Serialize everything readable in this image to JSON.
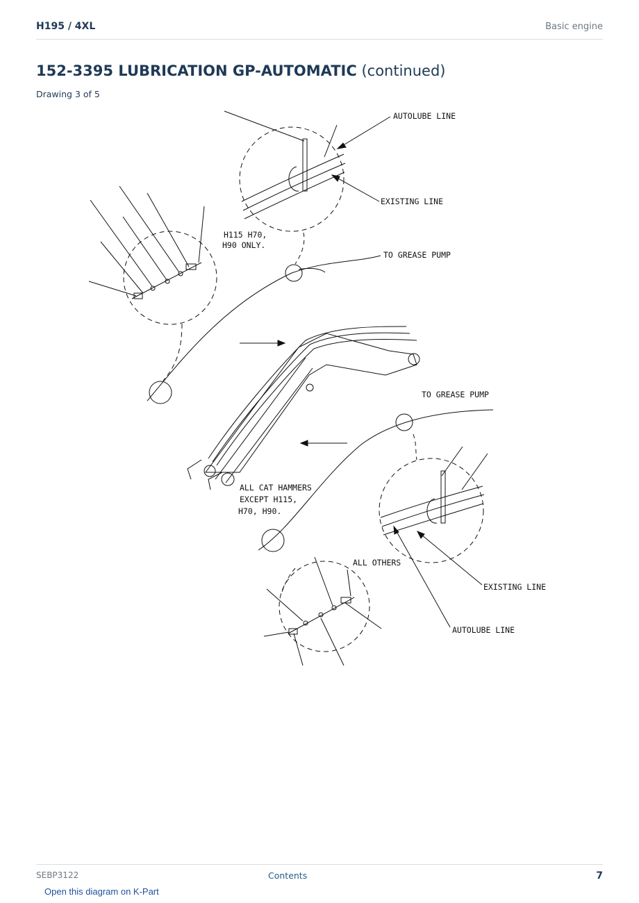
{
  "header": {
    "model": "H195  /  4XL",
    "section": "Basic engine"
  },
  "title": {
    "part_number_name": "152-3395 LUBRICATION GP-AUTOMATIC",
    "suffix": "(continued)"
  },
  "subtitle": "Drawing 3 of 5",
  "drawing": {
    "labels": {
      "autolube_top": "AUTOLUBE LINE",
      "existing_top": "EXISTING LINE",
      "h115_line1": "H115 H70,",
      "h115_line2": "H90 ONLY.",
      "grease_top": "TO GREASE PUMP",
      "grease_bottom": "TO GREASE PUMP",
      "hammers_line1": "ALL CAT HAMMERS",
      "hammers_line2": "EXCEPT H115,",
      "hammers_line3": "H70, H90.",
      "all_others": "ALL OTHERS",
      "existing_bottom": "EXISTING LINE",
      "autolube_bottom": "AUTOLUBE LINE"
    }
  },
  "footer": {
    "doc_number": "SEBP3122",
    "contents_link": "Contents",
    "page_number": "7"
  },
  "kpart_link": "Open this diagram on K-Part"
}
